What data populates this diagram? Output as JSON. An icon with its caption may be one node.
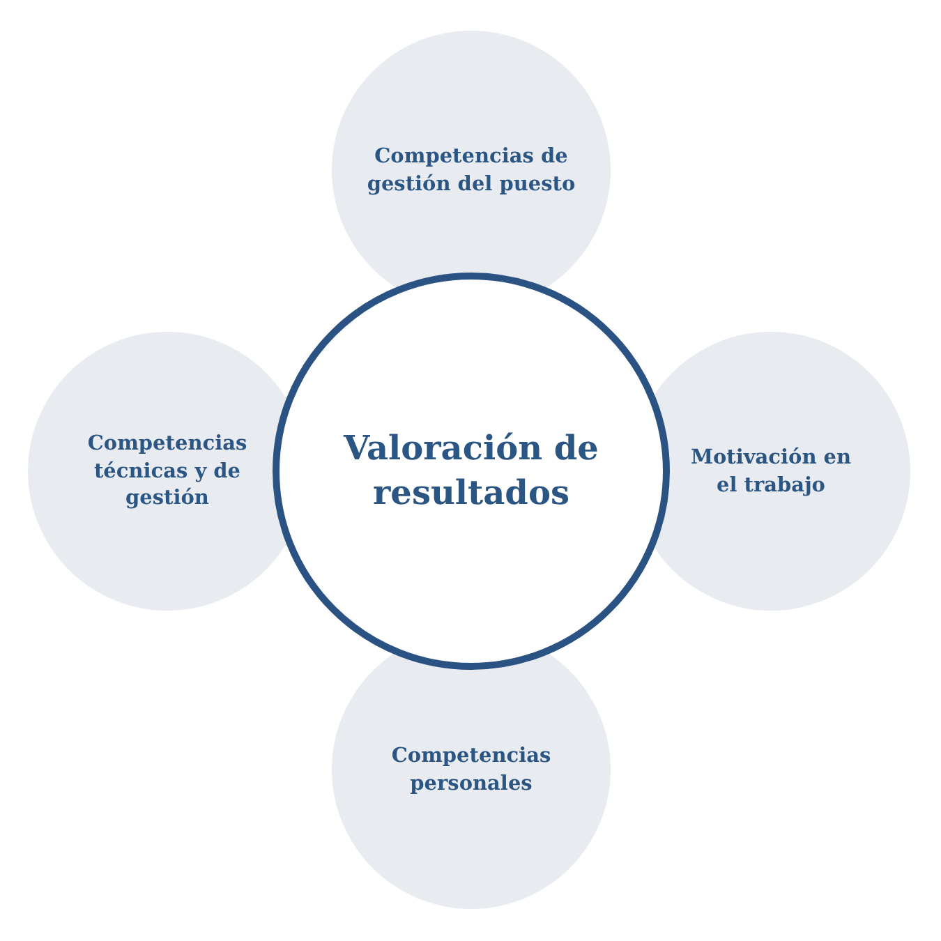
{
  "diagram": {
    "nodes": [
      {
        "text": [
          "Competencias de gestión del puesto"
        ]
      },
      {
        "text": [
          "Competencias técnicas y de gestión"
        ]
      },
      {
        "text": [
          "Valoración de resultados"
        ]
      },
      {
        "text": [
          "Motivación en el trabajo"
        ]
      },
      {
        "text": [
          "Competencias personales"
        ]
      }
    ]
  }
}
